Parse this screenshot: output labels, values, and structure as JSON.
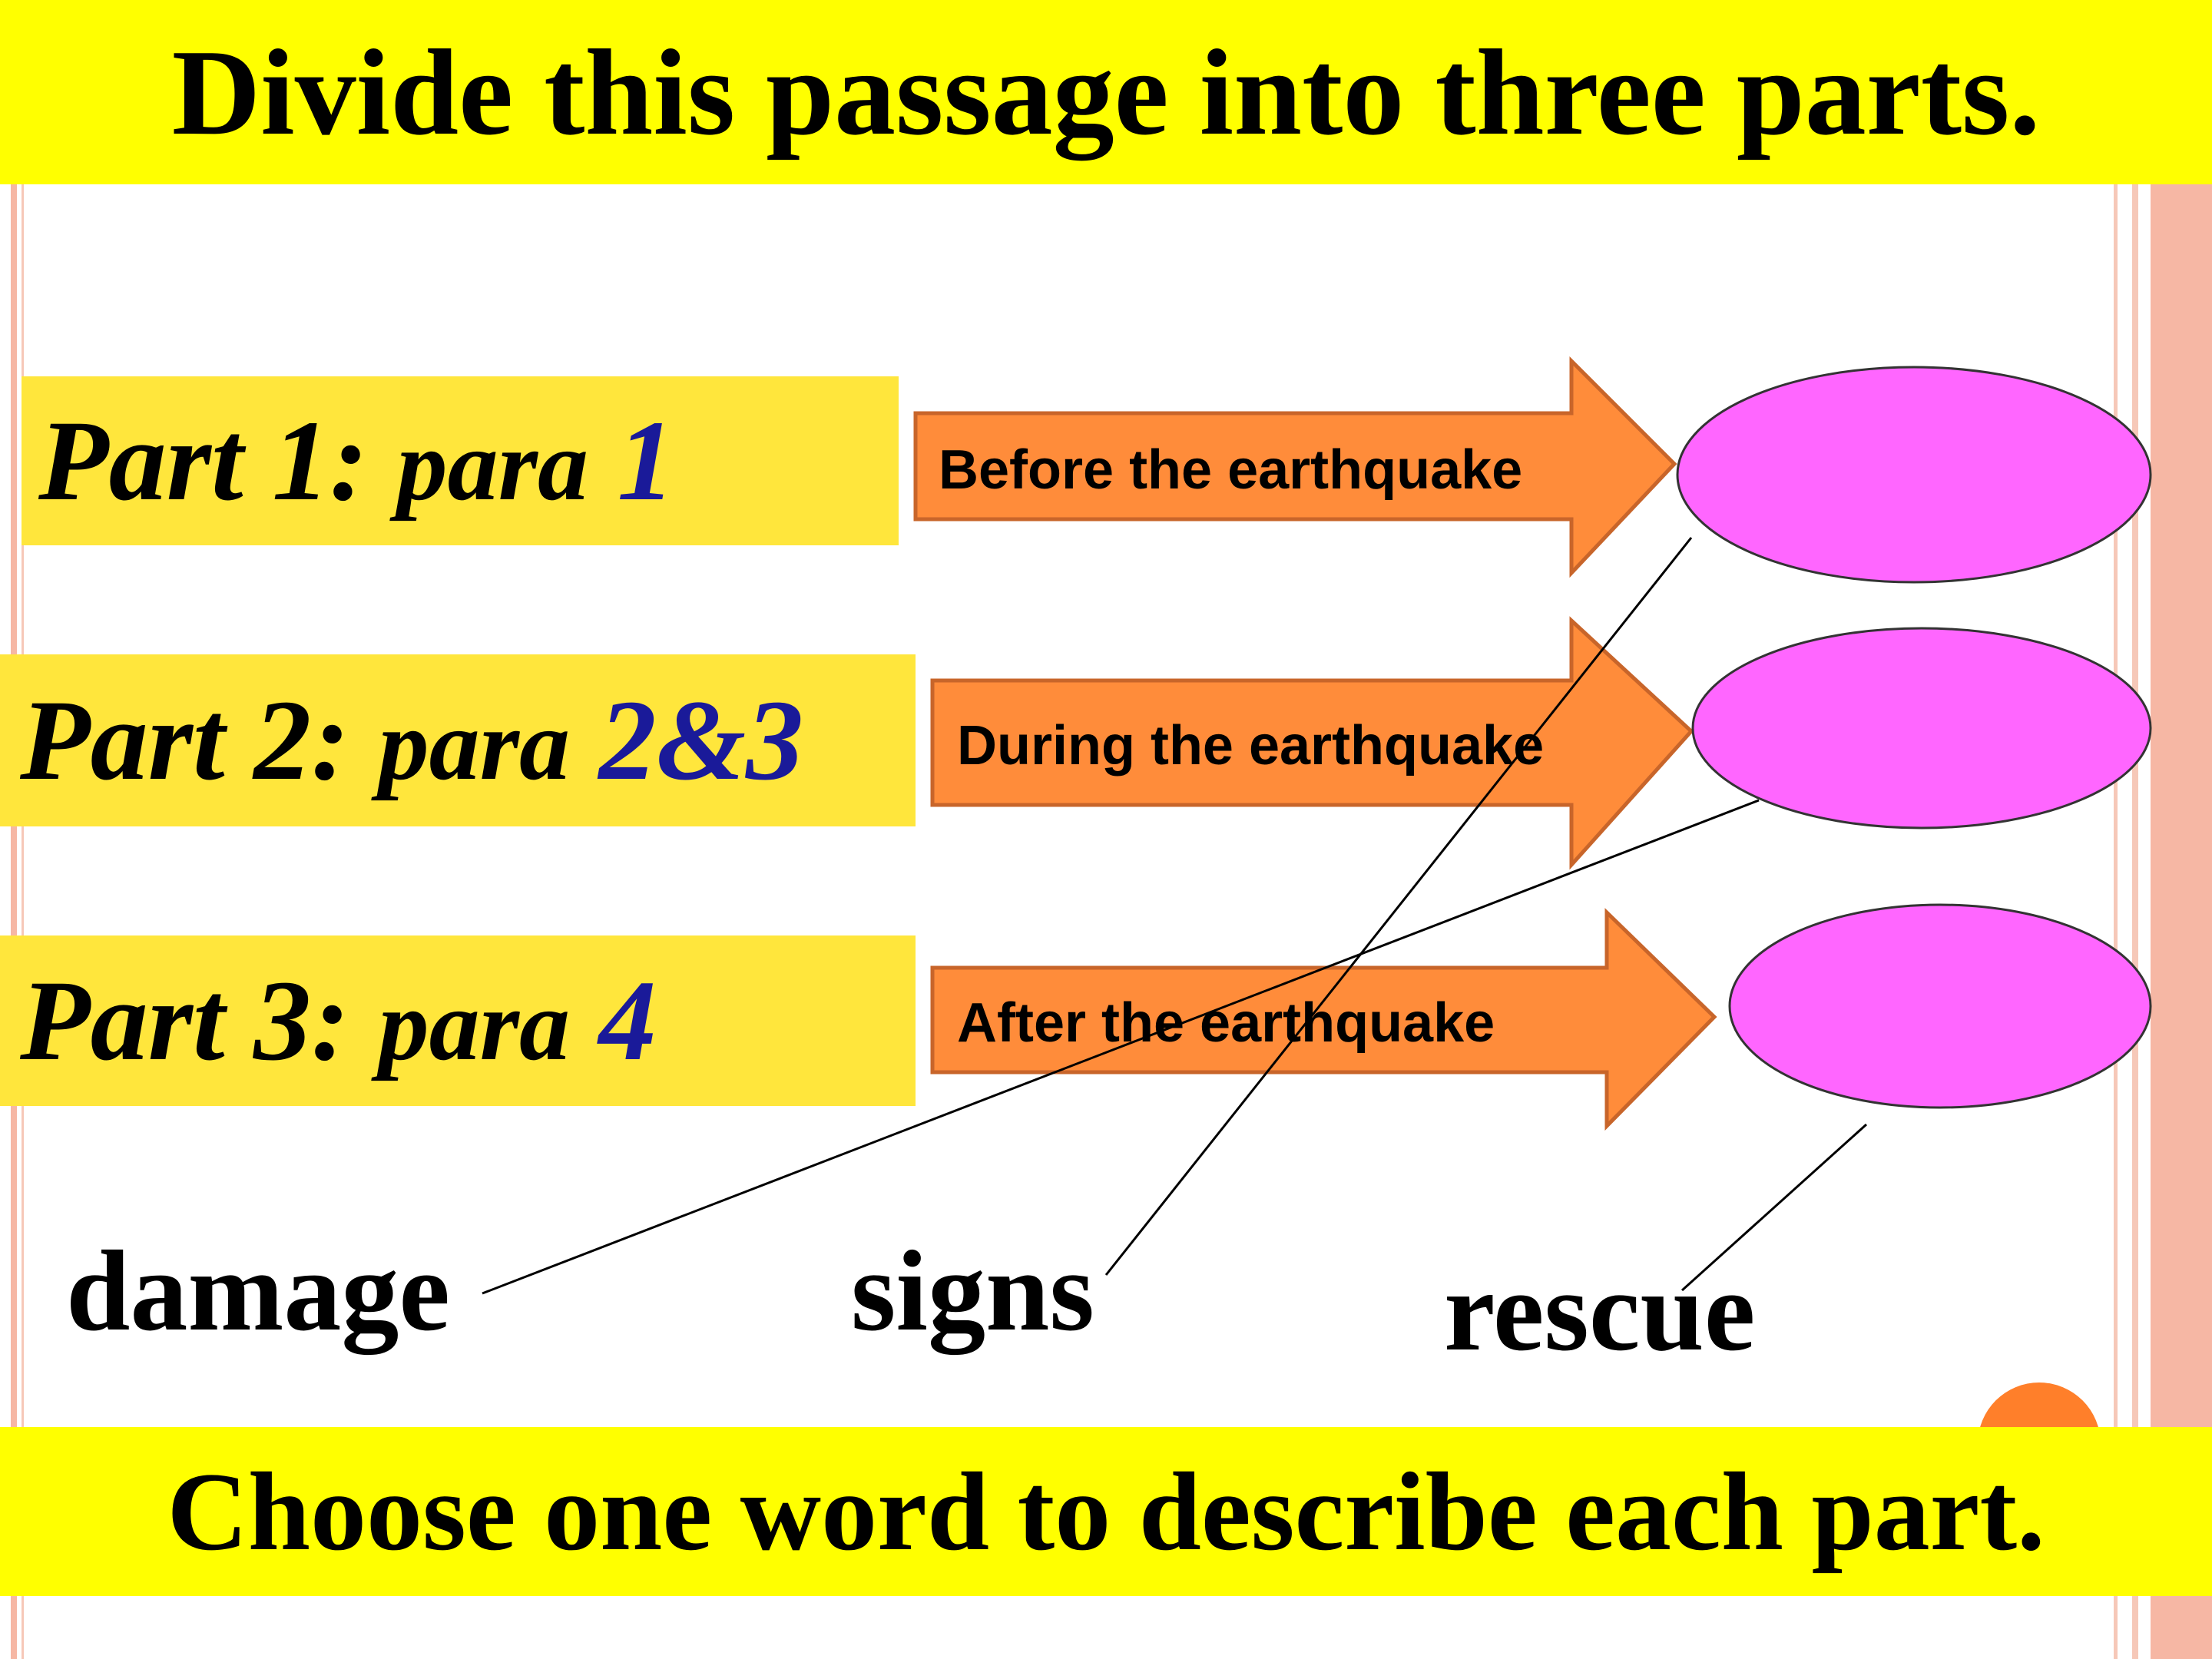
{
  "title": "Divide this passage into three parts.",
  "instruction": "Choose one word to describe each part.",
  "parts": [
    {
      "label": "Part 1:",
      "para": "para",
      "num": "1"
    },
    {
      "label": "Part 2:",
      "para": "para",
      "num": "2&3"
    },
    {
      "label": "Part 3:",
      "para": "para",
      "num": "4"
    }
  ],
  "arrows": [
    "Before the earthquake",
    "During the earthquake",
    "After the earthquake"
  ],
  "words": [
    "damage",
    "signs",
    "rescue"
  ],
  "colors": {
    "banner": "#ffff00",
    "part_box": "#ffe63c",
    "para_number": "#1a1a99",
    "arrow_fill": "#ff8c3a",
    "arrow_stroke": "#c8652a",
    "oval_fill": "#ff66ff",
    "side_stripe": "#f6b7a4",
    "page_badge": "#ff7f2a"
  }
}
